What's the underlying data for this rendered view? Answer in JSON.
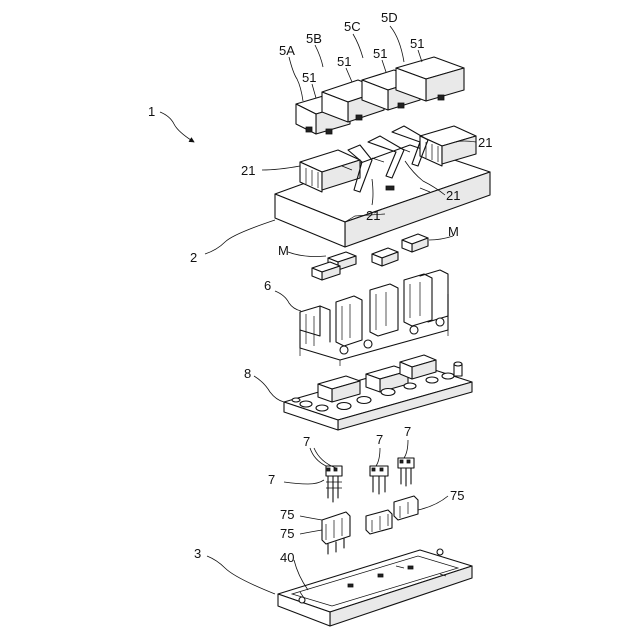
{
  "labels": {
    "l1": "1",
    "l2": "2",
    "l3": "3",
    "l5A": "5A",
    "l5B": "5B",
    "l5C": "5C",
    "l5D": "5D",
    "l51a": "51",
    "l51b": "51",
    "l51c": "51",
    "l51d": "51",
    "l21a": "21",
    "l21b": "21",
    "l21c": "21",
    "l21d": "21",
    "lMa": "M",
    "lMb": "M",
    "l6": "6",
    "l8": "8",
    "l7a": "7",
    "l7b": "7",
    "l7c": "7",
    "l7d": "7",
    "l75a": "75",
    "l75b": "75",
    "l75c": "75",
    "l40": "40"
  },
  "colors": {
    "line": "#111111",
    "background": "#ffffff",
    "shade": "#e9e9e9"
  }
}
